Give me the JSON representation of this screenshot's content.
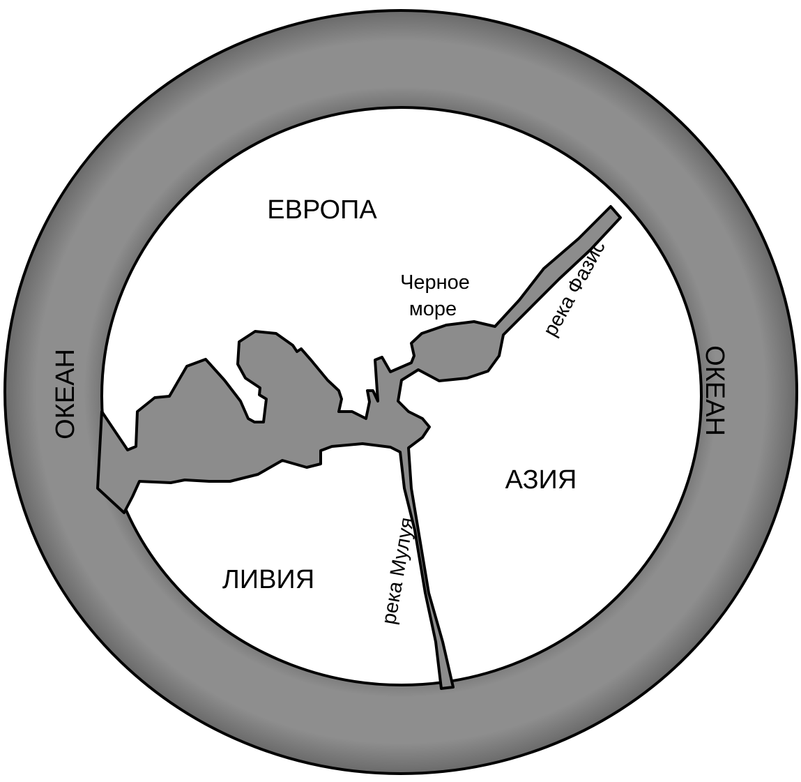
{
  "labels": {
    "europe": "ЕВРОПА",
    "asia": "АЗИЯ",
    "libya": "ЛИВИЯ",
    "black_sea_line1": "Черное",
    "black_sea_line2": "море",
    "phasis_river": "река Фазис",
    "mulua_river": "река Мулуя",
    "ocean_left": "ОКЕАН",
    "ocean_right": "ОКЕАН"
  },
  "colors": {
    "water": "#8c8c8c",
    "water_dark": "#6a6a6a",
    "land": "#ffffff",
    "outline": "#000000"
  }
}
